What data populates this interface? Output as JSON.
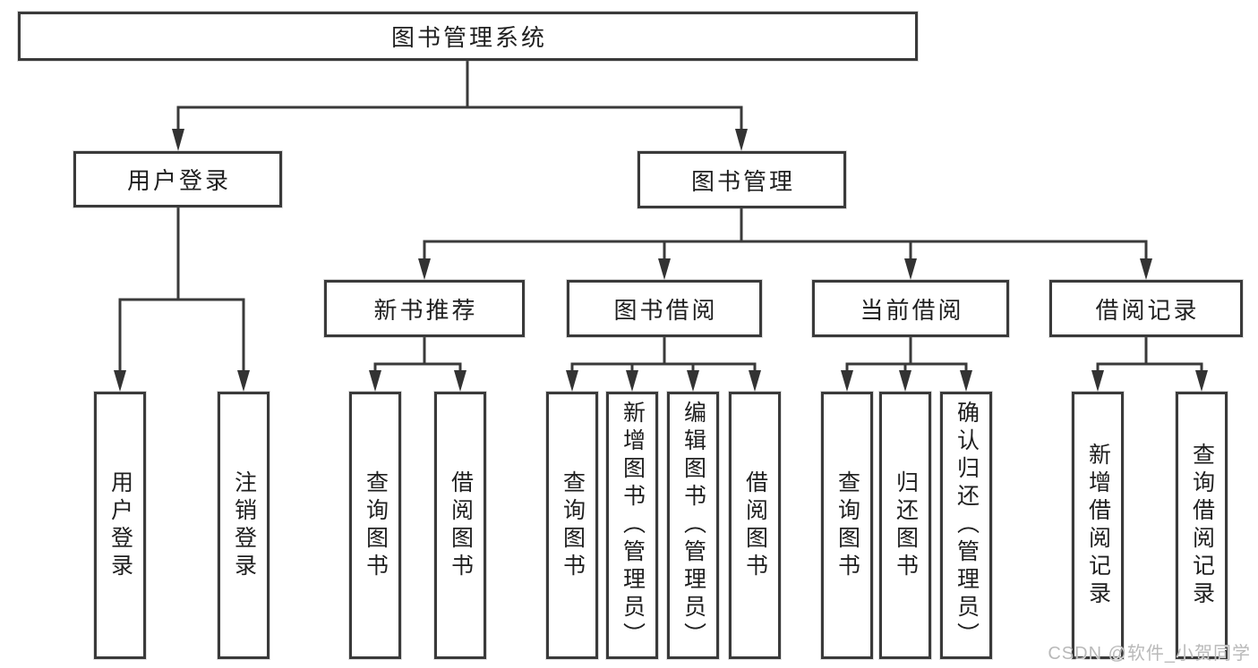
{
  "diagram": {
    "root": {
      "label": "图书管理系统"
    },
    "branches": [
      {
        "label": "用户登录",
        "children": [
          {
            "label": "用户登录"
          },
          {
            "label": "注销登录"
          }
        ]
      },
      {
        "label": "图书管理",
        "children": [
          {
            "label": "新书推荐",
            "children": [
              {
                "label": "查询图书"
              },
              {
                "label": "借阅图书"
              }
            ]
          },
          {
            "label": "图书借阅",
            "children": [
              {
                "label": "查询图书"
              },
              {
                "label": "新增图书（管理员）"
              },
              {
                "label": "编辑图书（管理员）"
              },
              {
                "label": "借阅图书"
              }
            ]
          },
          {
            "label": "当前借阅",
            "children": [
              {
                "label": "查询图书"
              },
              {
                "label": "归还图书"
              },
              {
                "label": "确认归还（管理员）"
              }
            ]
          },
          {
            "label": "借阅记录",
            "children": [
              {
                "label": "新增借阅记录"
              },
              {
                "label": "查询借阅记录"
              }
            ]
          }
        ]
      }
    ]
  },
  "watermark": {
    "text": "CSDN @软件_小贺同学"
  },
  "colors": {
    "line": "#3a3a3a",
    "text": "#1f1f1f",
    "background": "#ffffff",
    "watermark": "#b9b9b9"
  }
}
